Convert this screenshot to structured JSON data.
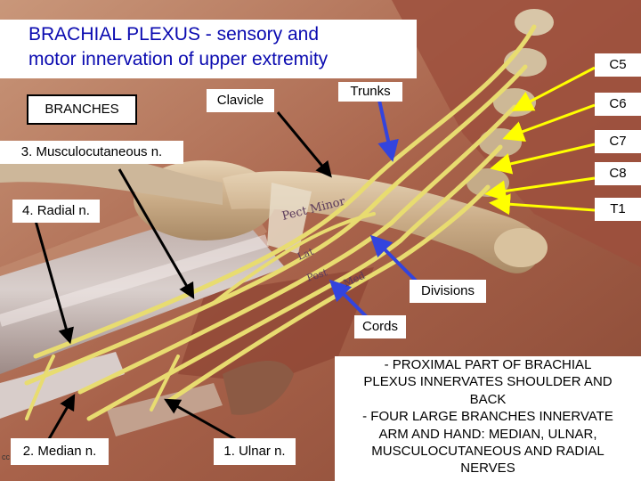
{
  "title": {
    "line1": "BRACHIAL PLEXUS - sensory and",
    "line2": "motor innervation of upper extremity"
  },
  "labels": {
    "branches": "BRANCHES",
    "clavicle": "Clavicle",
    "trunks": "Trunks",
    "musculocutaneous": "3. Musculocutaneous n.",
    "radial": "4. Radial n.",
    "median": "2. Median n.",
    "ulnar": "1. Ulnar n.",
    "divisions": "Divisions",
    "cords": "Cords",
    "c5": "C5",
    "c6": "C6",
    "c7": "C7",
    "c8": "C8",
    "t1": "T1",
    "corner": "cc"
  },
  "art_labels": {
    "pectoralis_minor": "Pect Minor",
    "lat": "Lat",
    "post": "Post",
    "med": "Med"
  },
  "description": [
    "- PROXIMAL PART OF BRACHIAL",
    "PLEXUS INNERVATES SHOULDER AND",
    "BACK",
    "- FOUR LARGE BRANCHES INNERVATE",
    "ARM AND HAND: MEDIAN, ULNAR,",
    "MUSCULOCUTANEOUS AND RADIAL",
    "NERVES"
  ],
  "colors": {
    "title_text": "#0a0ab0",
    "root_arrows": "#ffff00",
    "blue_arrows": "#3344dd",
    "black_arrows": "#000000",
    "nerves": "#e8dc70"
  }
}
